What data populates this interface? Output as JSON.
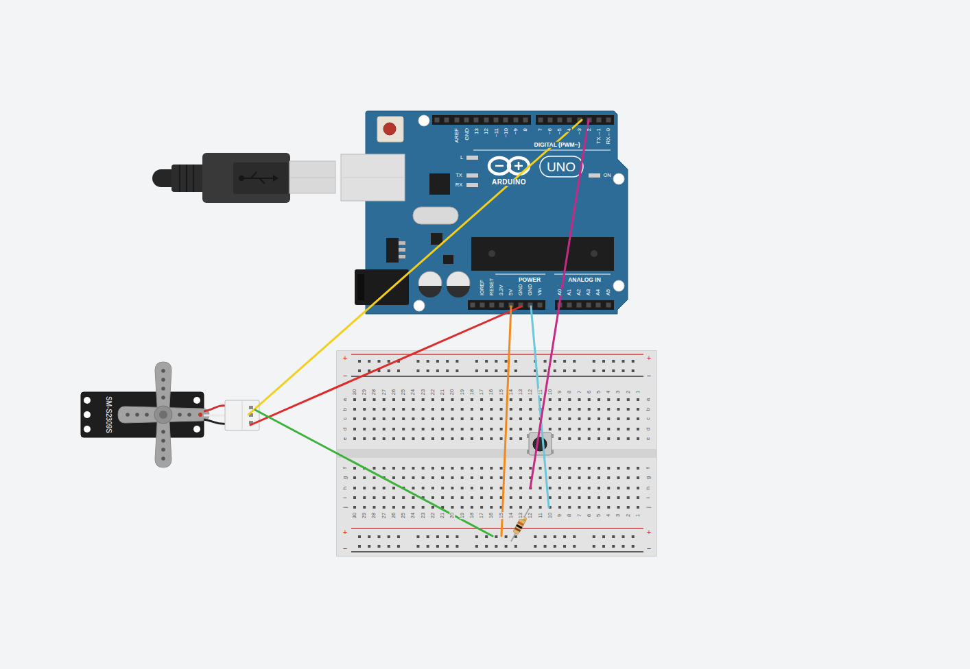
{
  "diagram": {
    "nodes": [
      {
        "text": [
          "AREF",
          "GND",
          "13",
          "12",
          "~11",
          "~10",
          "~9",
          "8",
          "7",
          "~6",
          "~5",
          "4",
          "~3",
          "2",
          "TX→1",
          "RX←0",
          "DIGITAL (PWM~)",
          "L",
          "TX",
          "RX",
          "ARDUINO",
          "UNO",
          "ON",
          "POWER",
          "ANALOG IN",
          "IOREF",
          "RESET",
          "3.3V",
          "5V",
          "GND",
          "GND",
          "Vin",
          "A0",
          "A1",
          "A2",
          "A3",
          "A4",
          "A5"
        ]
      },
      {
        "text": [
          "SM-S2309S"
        ]
      },
      {
        "text": [
          "30",
          "29",
          "28",
          "27",
          "26",
          "25",
          "24",
          "23",
          "22",
          "21",
          "20",
          "19",
          "18",
          "17",
          "16",
          "15",
          "14",
          "13",
          "12",
          "11",
          "10",
          "9",
          "8",
          "7",
          "6",
          "5",
          "4",
          "3",
          "2",
          "1",
          "a",
          "b",
          "c",
          "d",
          "e",
          "a",
          "b",
          "c",
          "d",
          "e",
          "f",
          "g",
          "h",
          "i",
          "j",
          "f",
          "g",
          "h",
          "i",
          "j",
          "30",
          "29",
          "28",
          "27",
          "26",
          "25",
          "24",
          "23",
          "22",
          "21",
          "20",
          "19",
          "18",
          "17",
          "16",
          "15",
          "14",
          "13",
          "12",
          "11",
          "10",
          "9",
          "8",
          "7",
          "6",
          "5",
          "4",
          "3",
          "2",
          "1",
          "+",
          "−",
          "+",
          "−",
          "+",
          "−",
          "+",
          "−"
        ]
      }
    ],
    "edges": [
      {
        "from": 0,
        "to": 1,
        "arrow": "none"
      },
      {
        "from": 0,
        "to": 1,
        "arrow": "none"
      },
      {
        "from": 0,
        "to": 2,
        "arrow": "none"
      },
      {
        "from": 0,
        "to": 2,
        "arrow": "none"
      },
      {
        "from": 0,
        "to": 2,
        "arrow": "none"
      },
      {
        "from": 1,
        "to": 2,
        "arrow": "none"
      }
    ]
  }
}
